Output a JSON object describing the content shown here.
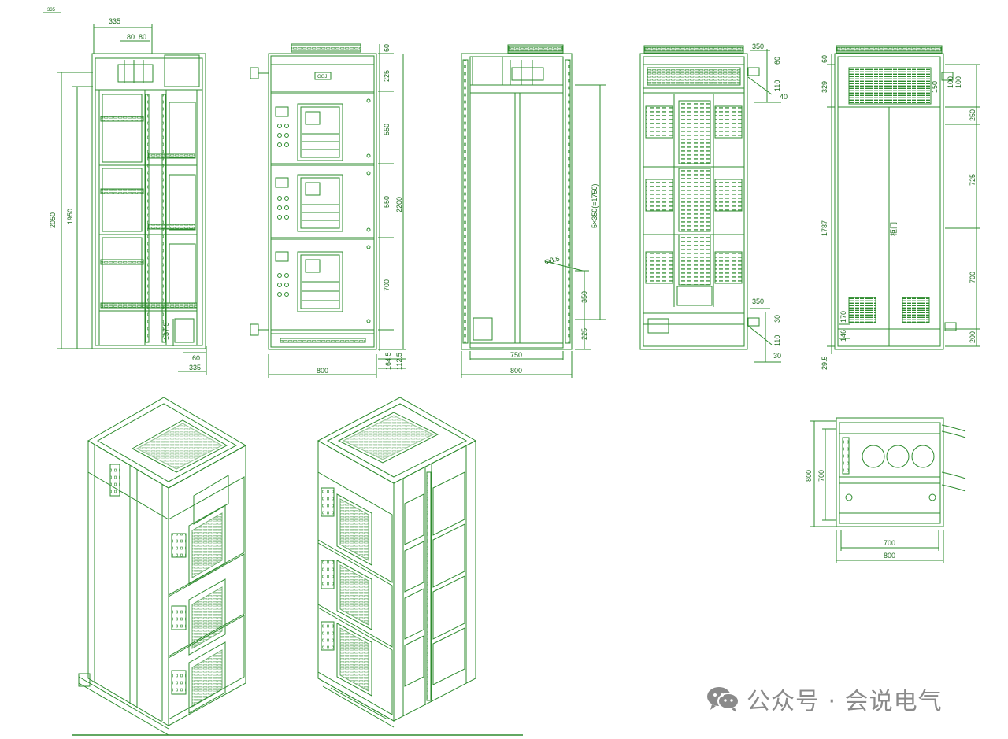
{
  "colors": {
    "line": "#2e8b2e",
    "dim_text": "#1f6b1f",
    "watermark": "#8a8a8a"
  },
  "corner_label": "335",
  "views": {
    "side_section": {
      "dims": {
        "top_width": "335",
        "top_a": "80",
        "top_b": "80",
        "h_total": "2050",
        "h_inner": "1950",
        "bot_a": "137.5",
        "bot_b": "60",
        "bot_c": "335"
      }
    },
    "front": {
      "plate": "GGJ",
      "dims": {
        "d1": "60",
        "d2": "225",
        "d3": "550",
        "d4": "550",
        "d5": "700",
        "d6": "2200",
        "d7": "225",
        "d8": "164.5",
        "d9": "112.5",
        "width": "800"
      }
    },
    "frame_front": {
      "dims": {
        "pitch": "5×350(=1750)",
        "hole": "Φ8.5",
        "d1": "350",
        "d2": "225",
        "inner": "750",
        "width": "800"
      }
    },
    "rear": {
      "dims": {
        "t1": "350",
        "t2": "60",
        "t3": "110",
        "t4": "40",
        "b1": "350",
        "b2": "30",
        "b3": "110",
        "b4": "30"
      }
    },
    "side": {
      "door_label": "柜门",
      "dims": {
        "l1": "60",
        "l2": "329",
        "l3": "1787",
        "l4": "29.5",
        "r1": "100",
        "r2": "100",
        "r3": "150",
        "r4": "250",
        "r5": "725",
        "r6": "700",
        "r7": "200",
        "b1": "170",
        "b2": "146"
      }
    },
    "plan": {
      "dims": {
        "depth": "800",
        "inner_depth": "700",
        "inner_width": "700",
        "width": "800"
      }
    }
  },
  "watermark": {
    "text": "公众号 · 会说电气",
    "icon": "wechat-icon"
  }
}
